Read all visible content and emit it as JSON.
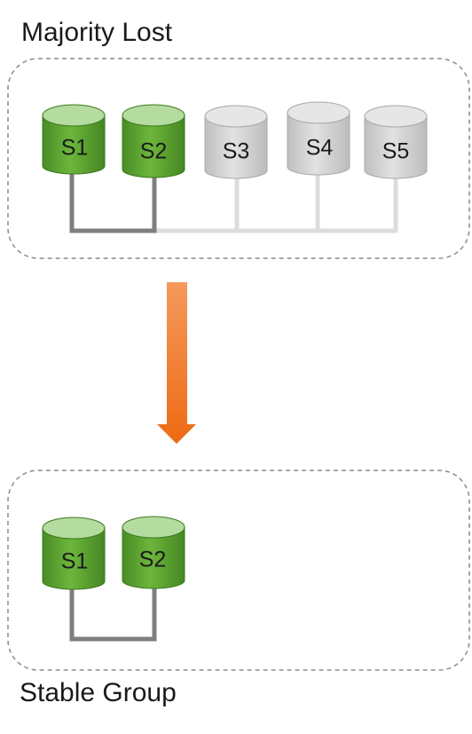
{
  "groups": {
    "top": {
      "title": "Majority Lost",
      "servers": [
        {
          "label": "S1",
          "state": "active"
        },
        {
          "label": "S2",
          "state": "active"
        },
        {
          "label": "S3",
          "state": "lost"
        },
        {
          "label": "S4",
          "state": "lost"
        },
        {
          "label": "S5",
          "state": "lost"
        }
      ]
    },
    "bottom": {
      "title": "Stable Group",
      "servers": [
        {
          "label": "S1",
          "state": "active"
        },
        {
          "label": "S2",
          "state": "active"
        }
      ]
    }
  },
  "colors": {
    "active_body": "#5a9e32",
    "active_top": "#b4dba0",
    "lost_body": "#d0d0d0",
    "lost_top": "#e6e6e6",
    "active_link": "#7f7f7f",
    "lost_link": "#dcdcdc",
    "arrow": "#f07a2a",
    "group_border": "#8c8c8c"
  }
}
